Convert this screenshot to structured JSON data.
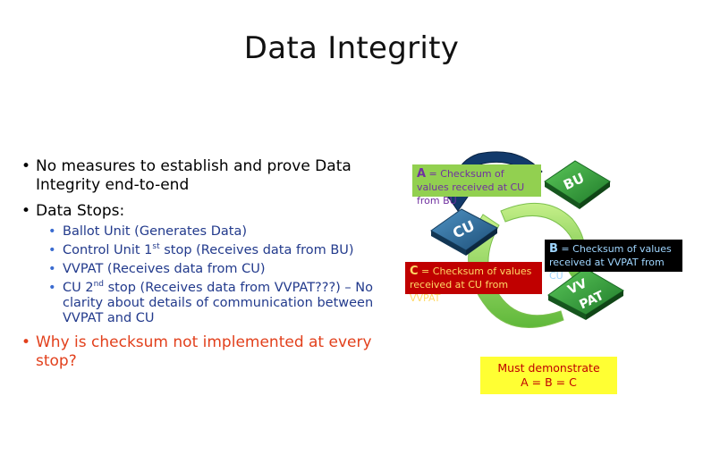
{
  "slide": {
    "title": "Data Integrity",
    "bullets": {
      "b1": "No measures to establish and prove Data Integrity end-to-end",
      "b2": "Data Stops:",
      "sub1": "Ballot Unit (Generates Data)",
      "sub2_pre": "Control Unit 1",
      "sub2_sup": "st",
      "sub2_post": " stop (Receives data from BU)",
      "sub3": "VVPAT (Receives data from CU)",
      "sub4_pre": "CU 2",
      "sub4_sup": "nd",
      "sub4_post": " stop (Receives data from VVPAT???) – No clarity about details of communication between VVPAT and CU",
      "b3": "Why is checksum not implemented at every stop?"
    },
    "diagram": {
      "nodes": {
        "bu": "BU",
        "cu": "CU",
        "vvpat_line1": "VV",
        "vvpat_line2": "PAT"
      },
      "labels": {
        "a_letter": "A",
        "a_text": " = Checksum of values received at CU from BU",
        "b_letter": "B",
        "b_text": " = Checksum of values received at VVPAT from CU",
        "c_letter": "C",
        "c_text": " = Checksum of values received at CU from VVPAT"
      },
      "note_line1": "Must demonstrate",
      "note_line2": "A = B = C"
    },
    "colors": {
      "bullet_text": "#000000",
      "sub_bullet_text": "#223a8c",
      "highlight_red": "#e2401c",
      "node_green": "#2e9a3a",
      "node_blue": "#2f6f99",
      "arrow_navy": "#123a6b",
      "arrow_green": "#8fd35a",
      "label_a_bg": "#92d050",
      "label_b_bg": "#000000",
      "label_c_bg": "#c00000",
      "note_bg": "#ffff33"
    }
  }
}
